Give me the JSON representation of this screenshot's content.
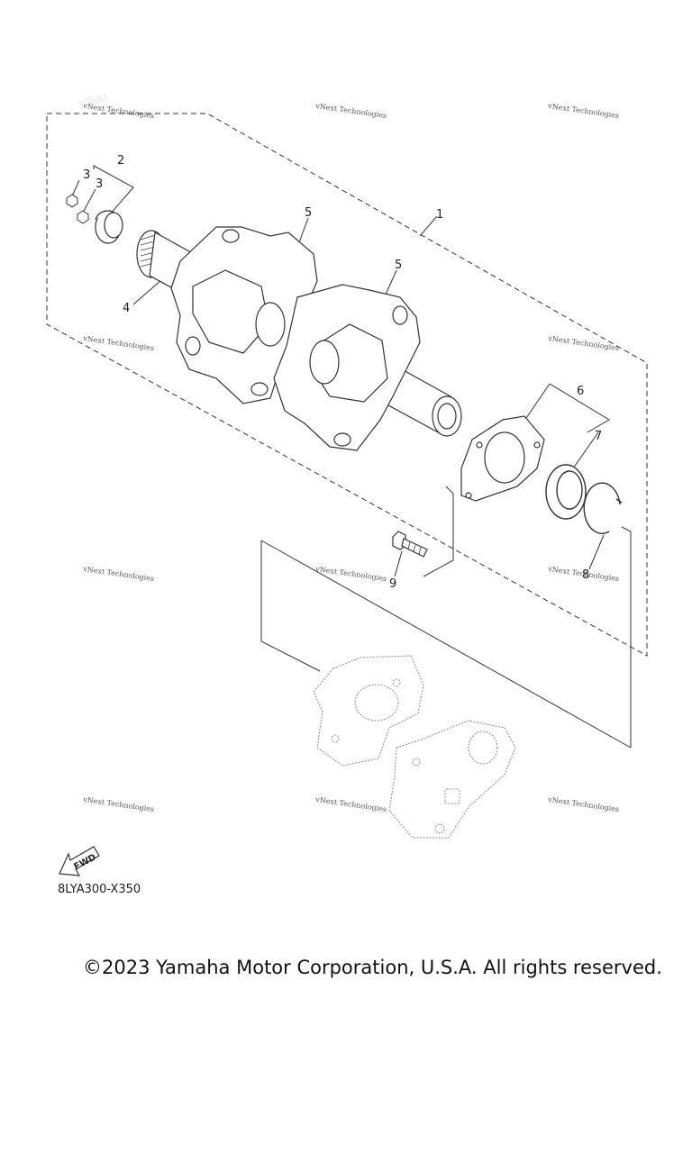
{
  "callouts": [
    "1",
    "2",
    "3",
    "3",
    "4",
    "5",
    "5",
    "6",
    "7",
    "8",
    "9"
  ],
  "fwd_label": "FWD",
  "diagram_code": "8LYA300-X350",
  "watermark": "vNext Technologies",
  "copyright": "©2023 Yamaha Motor Corporation, U.S.A. All rights reserved."
}
